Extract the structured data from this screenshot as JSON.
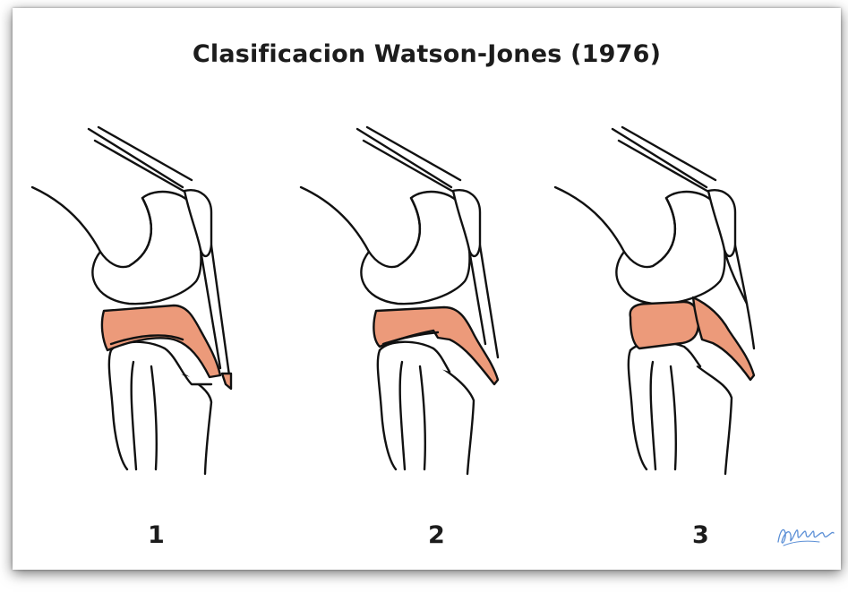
{
  "title": "Clasificacion Watson-Jones (1976)",
  "stages": [
    {
      "label": "1"
    },
    {
      "label": "2"
    },
    {
      "label": "3"
    }
  ],
  "colors": {
    "fragment": "#ec9a7a",
    "outline": "#111111",
    "signature": "#5b8fd6"
  }
}
